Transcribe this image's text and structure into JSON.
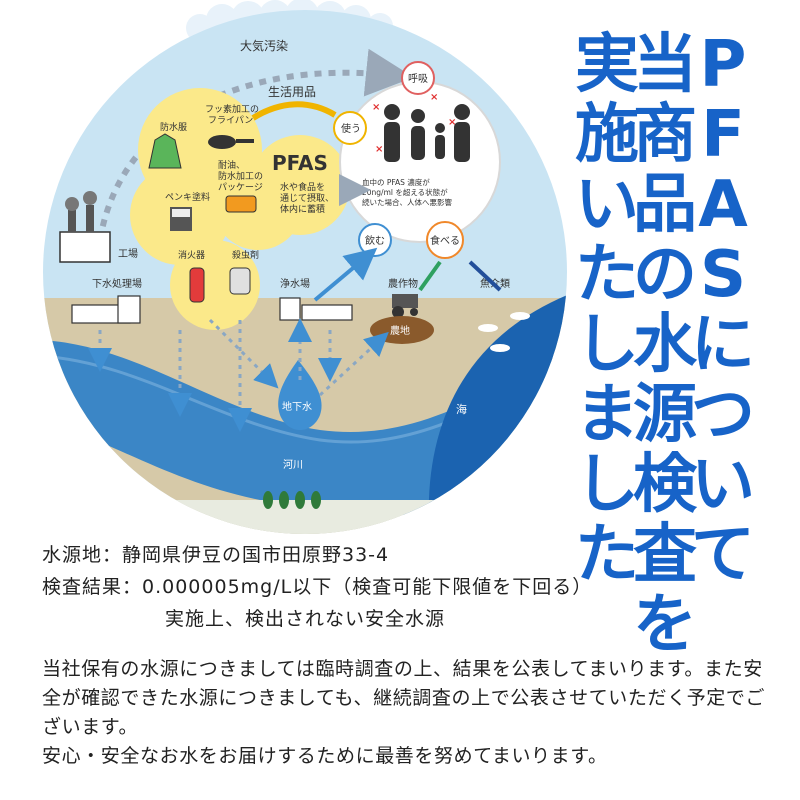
{
  "title": {
    "line1": "PFASについて",
    "line2": "当商品の水源検査を",
    "line3": "実施いたしました"
  },
  "diagram": {
    "air_pollution": "大気汚染",
    "daily_goods": "生活用品",
    "raincoat": "防水服",
    "frying_pan": "フッ素加工の\nフライパン",
    "package": "耐油、\n防水加工の\nパッケージ",
    "paint": "ペンキ塗料",
    "pfas": "PFAS",
    "pfas_desc": "水や食品を\n通じて摂取、\n体内に蓄積",
    "use": "使う",
    "breath": "呼吸",
    "health_note": "血中の PFAS 濃度が\n20ng/ml を超える状態が\n続いた場合、人体へ悪影響",
    "drink": "飲む",
    "eat": "食べる",
    "factory": "工場",
    "sewage": "下水処理場",
    "extinguisher": "消火器",
    "insecticide": "殺虫剤",
    "water_plant": "浄水場",
    "crops": "農作物",
    "fish": "魚介類",
    "farmland": "農地",
    "groundwater": "地下水",
    "river": "河川",
    "sea": "海",
    "colors": {
      "sky": "#c9e4f3",
      "ground": "#d6c9a8",
      "river": "#3b86c6",
      "sea": "#1b63b0",
      "yellow": "#fbe98a",
      "title": "#1763c8"
    }
  },
  "info": {
    "source": "水源地：静岡県伊豆の国市田原野33-4",
    "result": "検査結果：0.000005mg/L以下（検査可能下限値を下回る）",
    "result_note": "実施上、検出されない安全水源"
  },
  "notice": {
    "p1": "当社保有の水源につきましては臨時調査の上、結果を公表してまいります。また安全が確認できた水源につきましても、継続調査の上で公表させていただく予定でございます。",
    "p2": "安心・安全なお水をお届けするために最善を努めてまいります。"
  }
}
